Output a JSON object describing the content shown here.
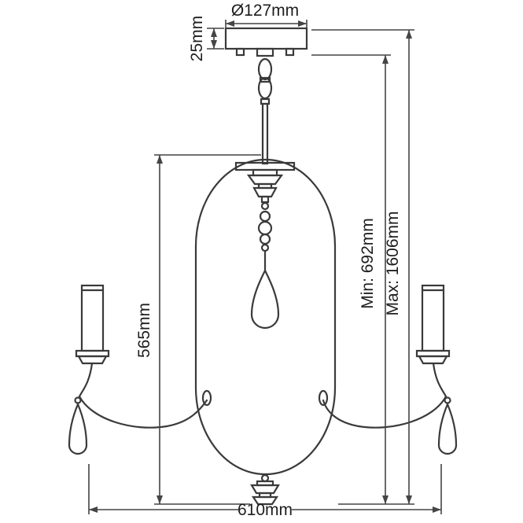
{
  "diagram": {
    "title": "chandelier-dimension-drawing",
    "labels": {
      "diameter": "Ø127mm",
      "canopy_height": "25mm",
      "frame_height": "565mm",
      "min_height": "Min: 692mm",
      "max_height": "Max: 1606mm",
      "width": "610mm"
    },
    "colors": {
      "line": "#3a3a3a",
      "dimension": "#444444",
      "text": "#1e1e1e",
      "background": "#ffffff"
    }
  }
}
